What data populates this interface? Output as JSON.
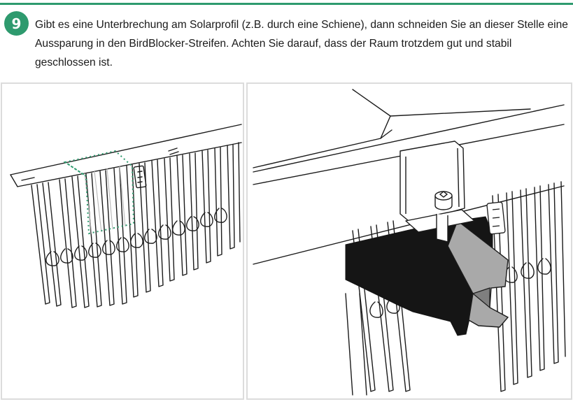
{
  "header": {
    "accent_color": "#2e9a6e",
    "step_number": "9",
    "instruction_text": "Gibt es eine Unterbrechung am Solarprofil (z.B. durch eine Schiene), dann schneiden Sie an dieser Stelle eine Aussparung in den BirdBlocker-Streifen. Achten Sie darauf, dass der Raum trotzdem gut und stabil geschlossen ist."
  },
  "illustrations": {
    "left": {
      "icon": "birdblocker-strip-cutout-illustration",
      "cutout_outline_color": "#2e9a6e"
    },
    "right": {
      "icon": "rail-clamp-over-strip-illustration"
    }
  }
}
